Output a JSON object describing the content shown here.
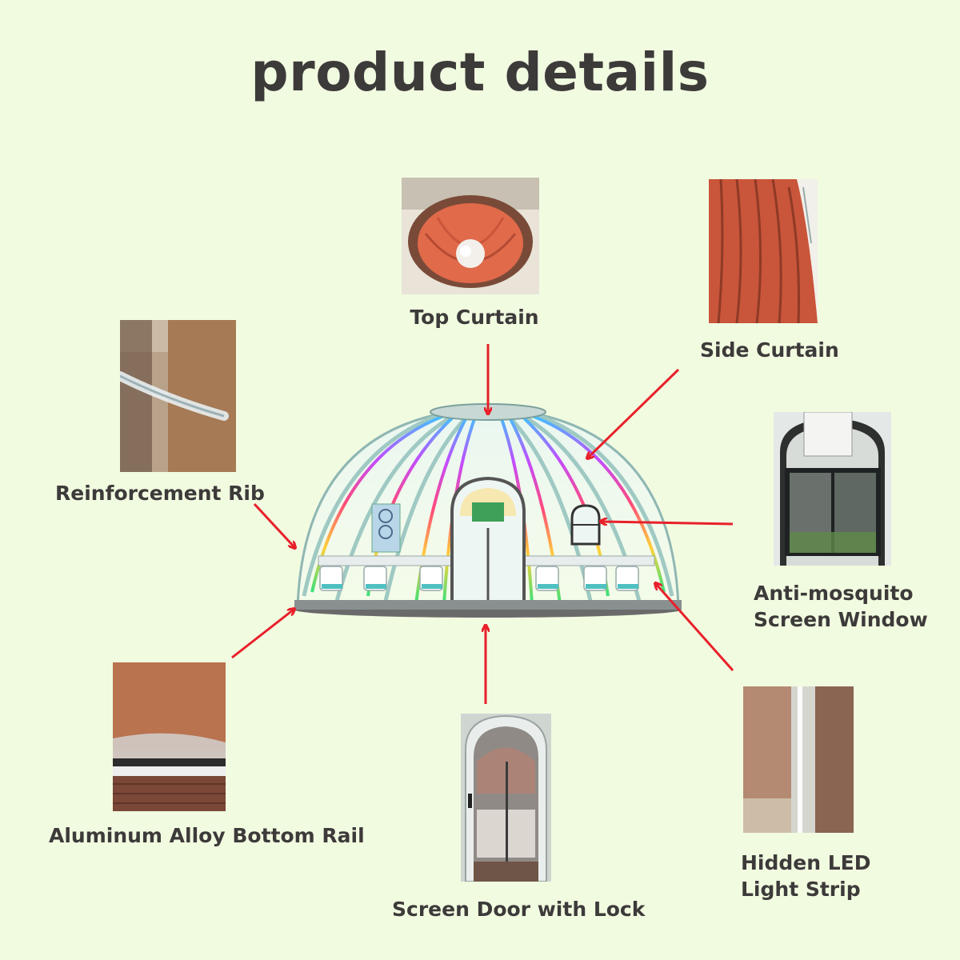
{
  "title": "product details",
  "callouts": {
    "top_curtain": "Top Curtain",
    "side_curtain": "Side Curtain",
    "reinforcement_rib": "Reinforcement Rib",
    "screen_window_line1": "Anti-mosquito",
    "screen_window_line2": "Screen Window",
    "bottom_rail": "Aluminum Alloy Bottom Rail",
    "screen_door": "Screen Door with Lock",
    "led_line1": "Hidden LED",
    "led_line2": "Light Strip"
  },
  "colors": {
    "background": "#f1fbe0",
    "text": "#3d3a3a",
    "arrow": "#e8202a",
    "curtain": "#d8654a"
  }
}
